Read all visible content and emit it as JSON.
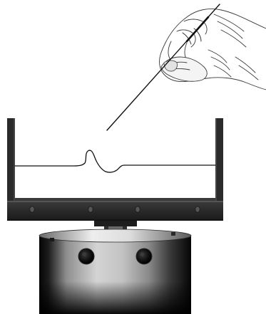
{
  "scene": {
    "background_color": "#ffffff",
    "line_color": "#111111",
    "tank_color": "#2a2a2a",
    "tank_base_color": "#333333",
    "stage_body_color": "#9a9a9a",
    "stage_shadow_color": "#0a0a0a",
    "components": [
      "hand-drawing",
      "stylus",
      "container",
      "liquid-surface-line",
      "base-plate",
      "mounting-screws",
      "cylindrical-stage",
      "stage-ports"
    ]
  }
}
